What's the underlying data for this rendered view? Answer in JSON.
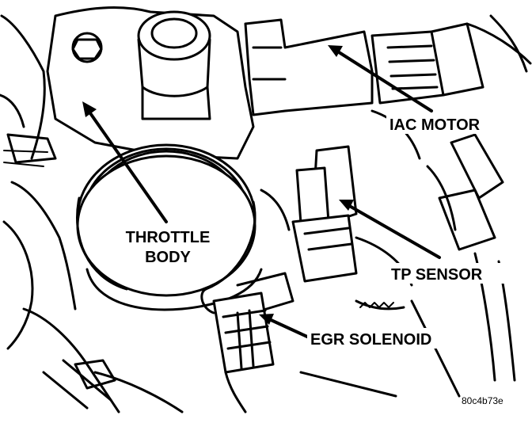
{
  "labels": {
    "throttle_body_line1": "THROTTLE",
    "throttle_body_line2": "BODY",
    "iac_motor": "IAC MOTOR",
    "tp_sensor": "TP SENSOR",
    "egr_solenoid": "EGR SOLENOID",
    "figure_code": "80c4b73e"
  },
  "colors": {
    "ink": "#000000",
    "paper": "#ffffff"
  }
}
